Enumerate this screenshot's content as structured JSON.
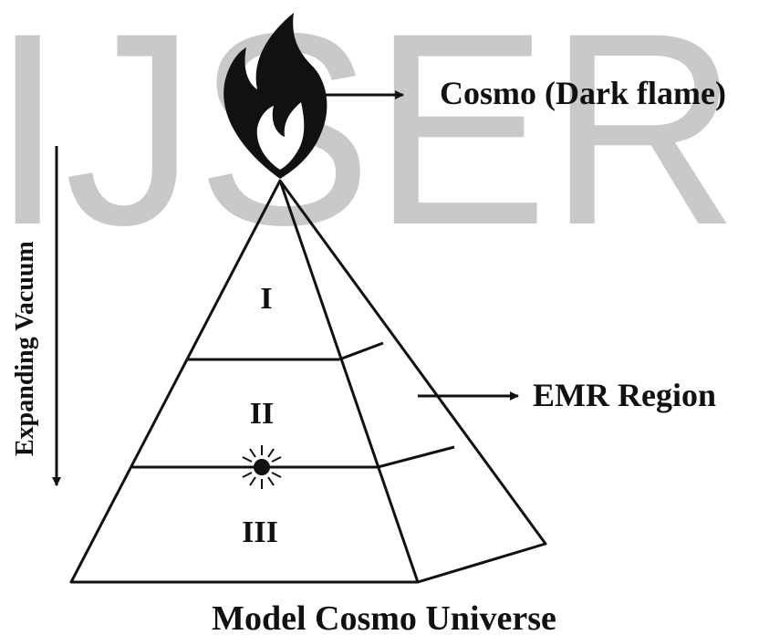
{
  "watermark": {
    "text": "IJSER",
    "color": "#c9c9c9"
  },
  "flame": {
    "icon": "flame-icon",
    "label": "Cosmo (Dark flame)"
  },
  "vacuum": {
    "label": "Expanding Vacuum"
  },
  "pyramid": {
    "regions": [
      "I",
      "II",
      "III"
    ],
    "side_label": "EMR Region"
  },
  "caption": "Model Cosmo Universe",
  "colors": {
    "ink": "#111111",
    "background": "#ffffff"
  }
}
